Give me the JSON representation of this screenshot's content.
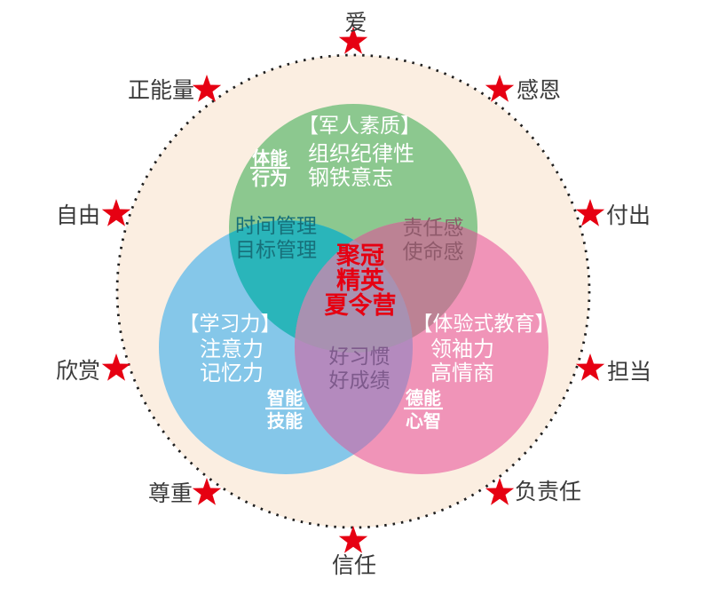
{
  "colors": {
    "ring_fill": "#fbeee1",
    "star": "#e60012",
    "green": "#8cc88f",
    "blue": "#85c7e9",
    "pink": "#f094b8",
    "teal_overlap": "#2ab5ba",
    "rose_overlap": "#bc8294",
    "purple_overlap": "#b48abe",
    "center_fill": "#a891b1",
    "center_text": "#e60012",
    "teal_text": "#17707a",
    "rose_text": "#8f5a6b",
    "purple_text": "#7e5a8c"
  },
  "ring_labels": {
    "love": "爱",
    "gratitude": "感恩",
    "giving": "付出",
    "duty": "担当",
    "responsible": "负责任",
    "trust": "信任",
    "respect": "尊重",
    "appreciation": "欣赏",
    "freedom": "自由",
    "positive_energy": "正能量"
  },
  "circles": {
    "military": {
      "title": "【军人素质】",
      "item1": "组织纪律性",
      "item2": "钢铁意志",
      "badge_top": "体能",
      "badge_bottom": "行为"
    },
    "learning": {
      "title": "【学习力】",
      "item1": "注意力",
      "item2": "记忆力",
      "badge_top": "智能",
      "badge_bottom": "技能"
    },
    "experiential": {
      "title": "【体验式教育】",
      "item1": "领袖力",
      "item2": "高情商",
      "badge_top": "德能",
      "badge_bottom": "心智"
    }
  },
  "overlaps": {
    "military_learning": {
      "line1": "时间管理",
      "line2": "目标管理"
    },
    "military_experiential": {
      "line1": "责任感",
      "line2": "使命感"
    },
    "learning_experiential": {
      "line1": "好习惯",
      "line2": "好成绩"
    }
  },
  "center": {
    "line1": "聚冠",
    "line2": "精英",
    "line3": "夏令营"
  }
}
